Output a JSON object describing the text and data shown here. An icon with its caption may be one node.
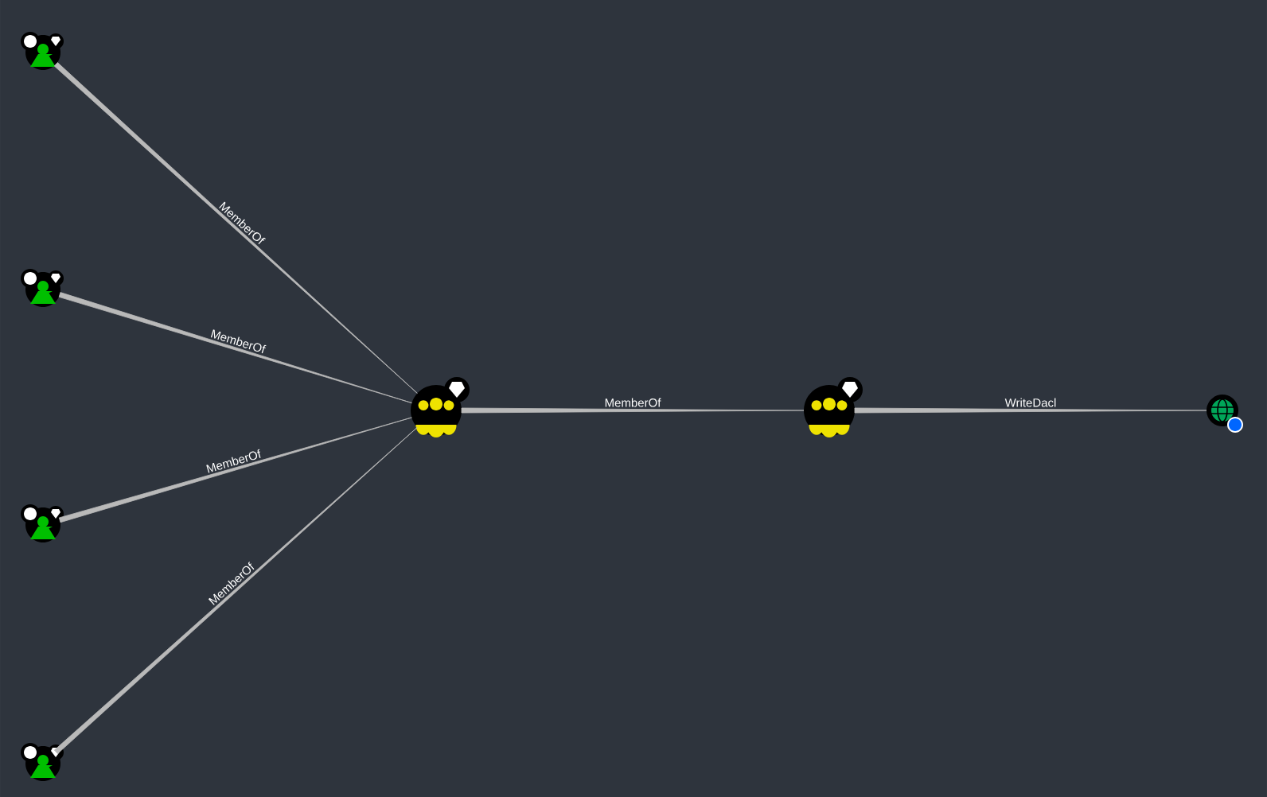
{
  "diagram": {
    "nodes": [
      {
        "text": [],
        "shape": "person"
      },
      {
        "text": [],
        "shape": "person"
      },
      {
        "text": [],
        "shape": "person"
      },
      {
        "text": [],
        "shape": "person"
      },
      {
        "text": [],
        "shape": "group"
      },
      {
        "text": [],
        "shape": "group"
      },
      {
        "text": [],
        "shape": "globe"
      }
    ],
    "edges": [
      {
        "from": 0,
        "to": 4,
        "arrow": "none",
        "label": "MemberOf"
      },
      {
        "from": 1,
        "to": 4,
        "arrow": "none",
        "label": "MemberOf"
      },
      {
        "from": 2,
        "to": 4,
        "arrow": "none",
        "label": "MemberOf"
      },
      {
        "from": 3,
        "to": 4,
        "arrow": "none",
        "label": "MemberOf"
      },
      {
        "from": 4,
        "to": 5,
        "arrow": "none",
        "label": "MemberOf"
      },
      {
        "from": 5,
        "to": 6,
        "arrow": "none",
        "label": "WriteDacl"
      }
    ]
  }
}
